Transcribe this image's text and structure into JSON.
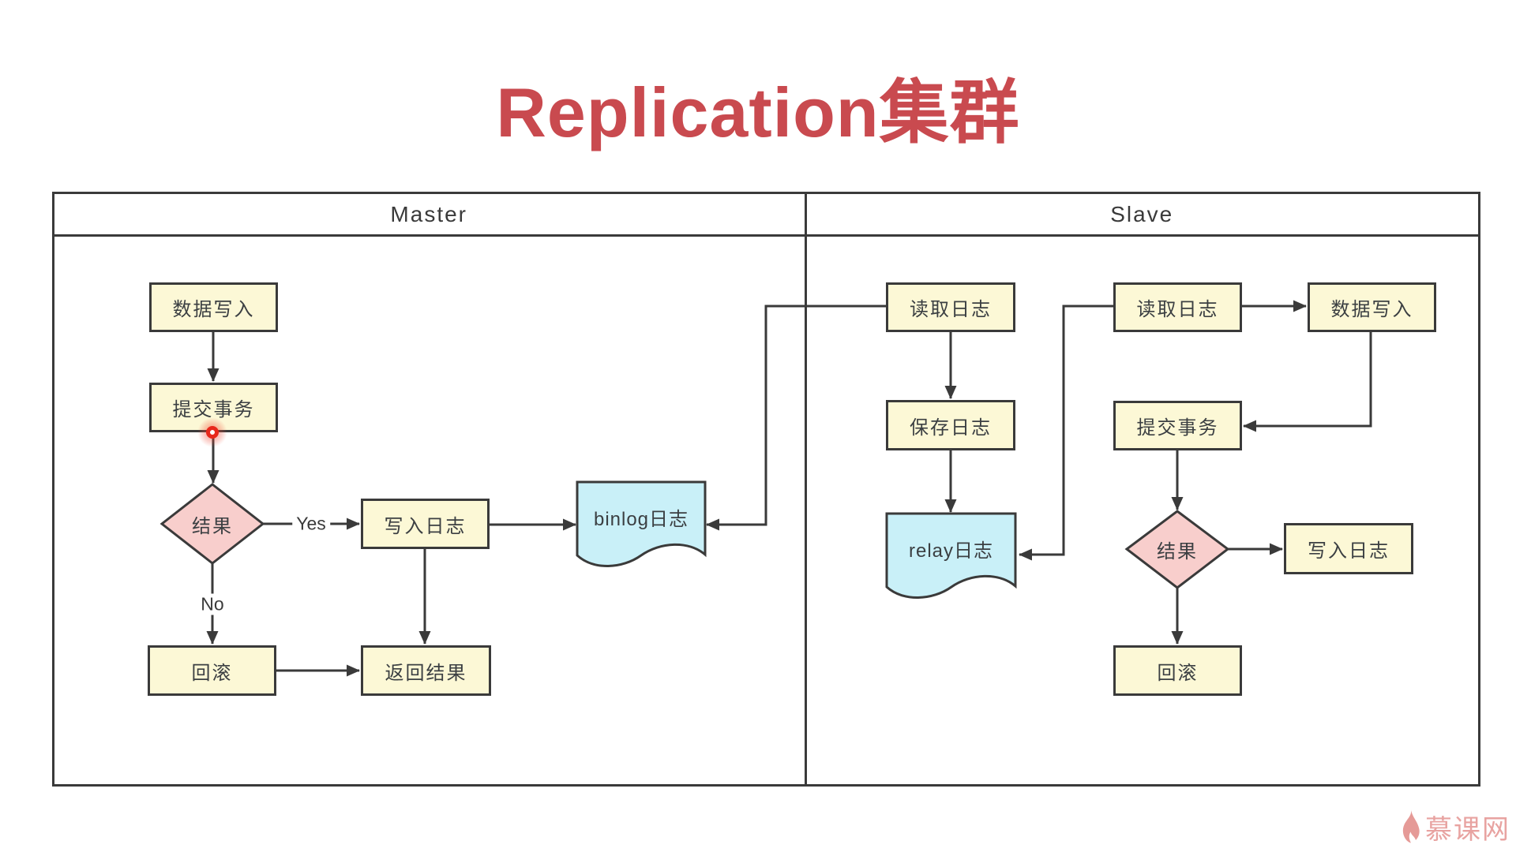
{
  "title": "Replication集群",
  "panes": {
    "master": "Master",
    "slave": "Slave"
  },
  "nodes": {
    "m_write": "数据写入",
    "m_commit": "提交事务",
    "m_result": "结果",
    "m_write_log": "写入日志",
    "m_binlog": "binlog日志",
    "m_rollback": "回滚",
    "m_return": "返回结果",
    "s_read_binlog": "读取日志",
    "s_save_log": "保存日志",
    "s_relay": "relay日志",
    "s_read_relay": "读取日志",
    "s_write": "数据写入",
    "s_commit": "提交事务",
    "s_result": "结果",
    "s_write_log": "写入日志",
    "s_rollback": "回滚"
  },
  "edge_labels": {
    "yes": "Yes",
    "no": "No"
  },
  "watermark": "慕课网",
  "colors": {
    "title_red": "#c94a4f",
    "process_fill": "#fcf8d6",
    "decision_fill": "#f8cecc",
    "document_fill": "#c9f0f8",
    "stroke": "#3a3a3a",
    "watermark_pink": "#e8a3a1",
    "click_dot_red": "#e8271b"
  }
}
